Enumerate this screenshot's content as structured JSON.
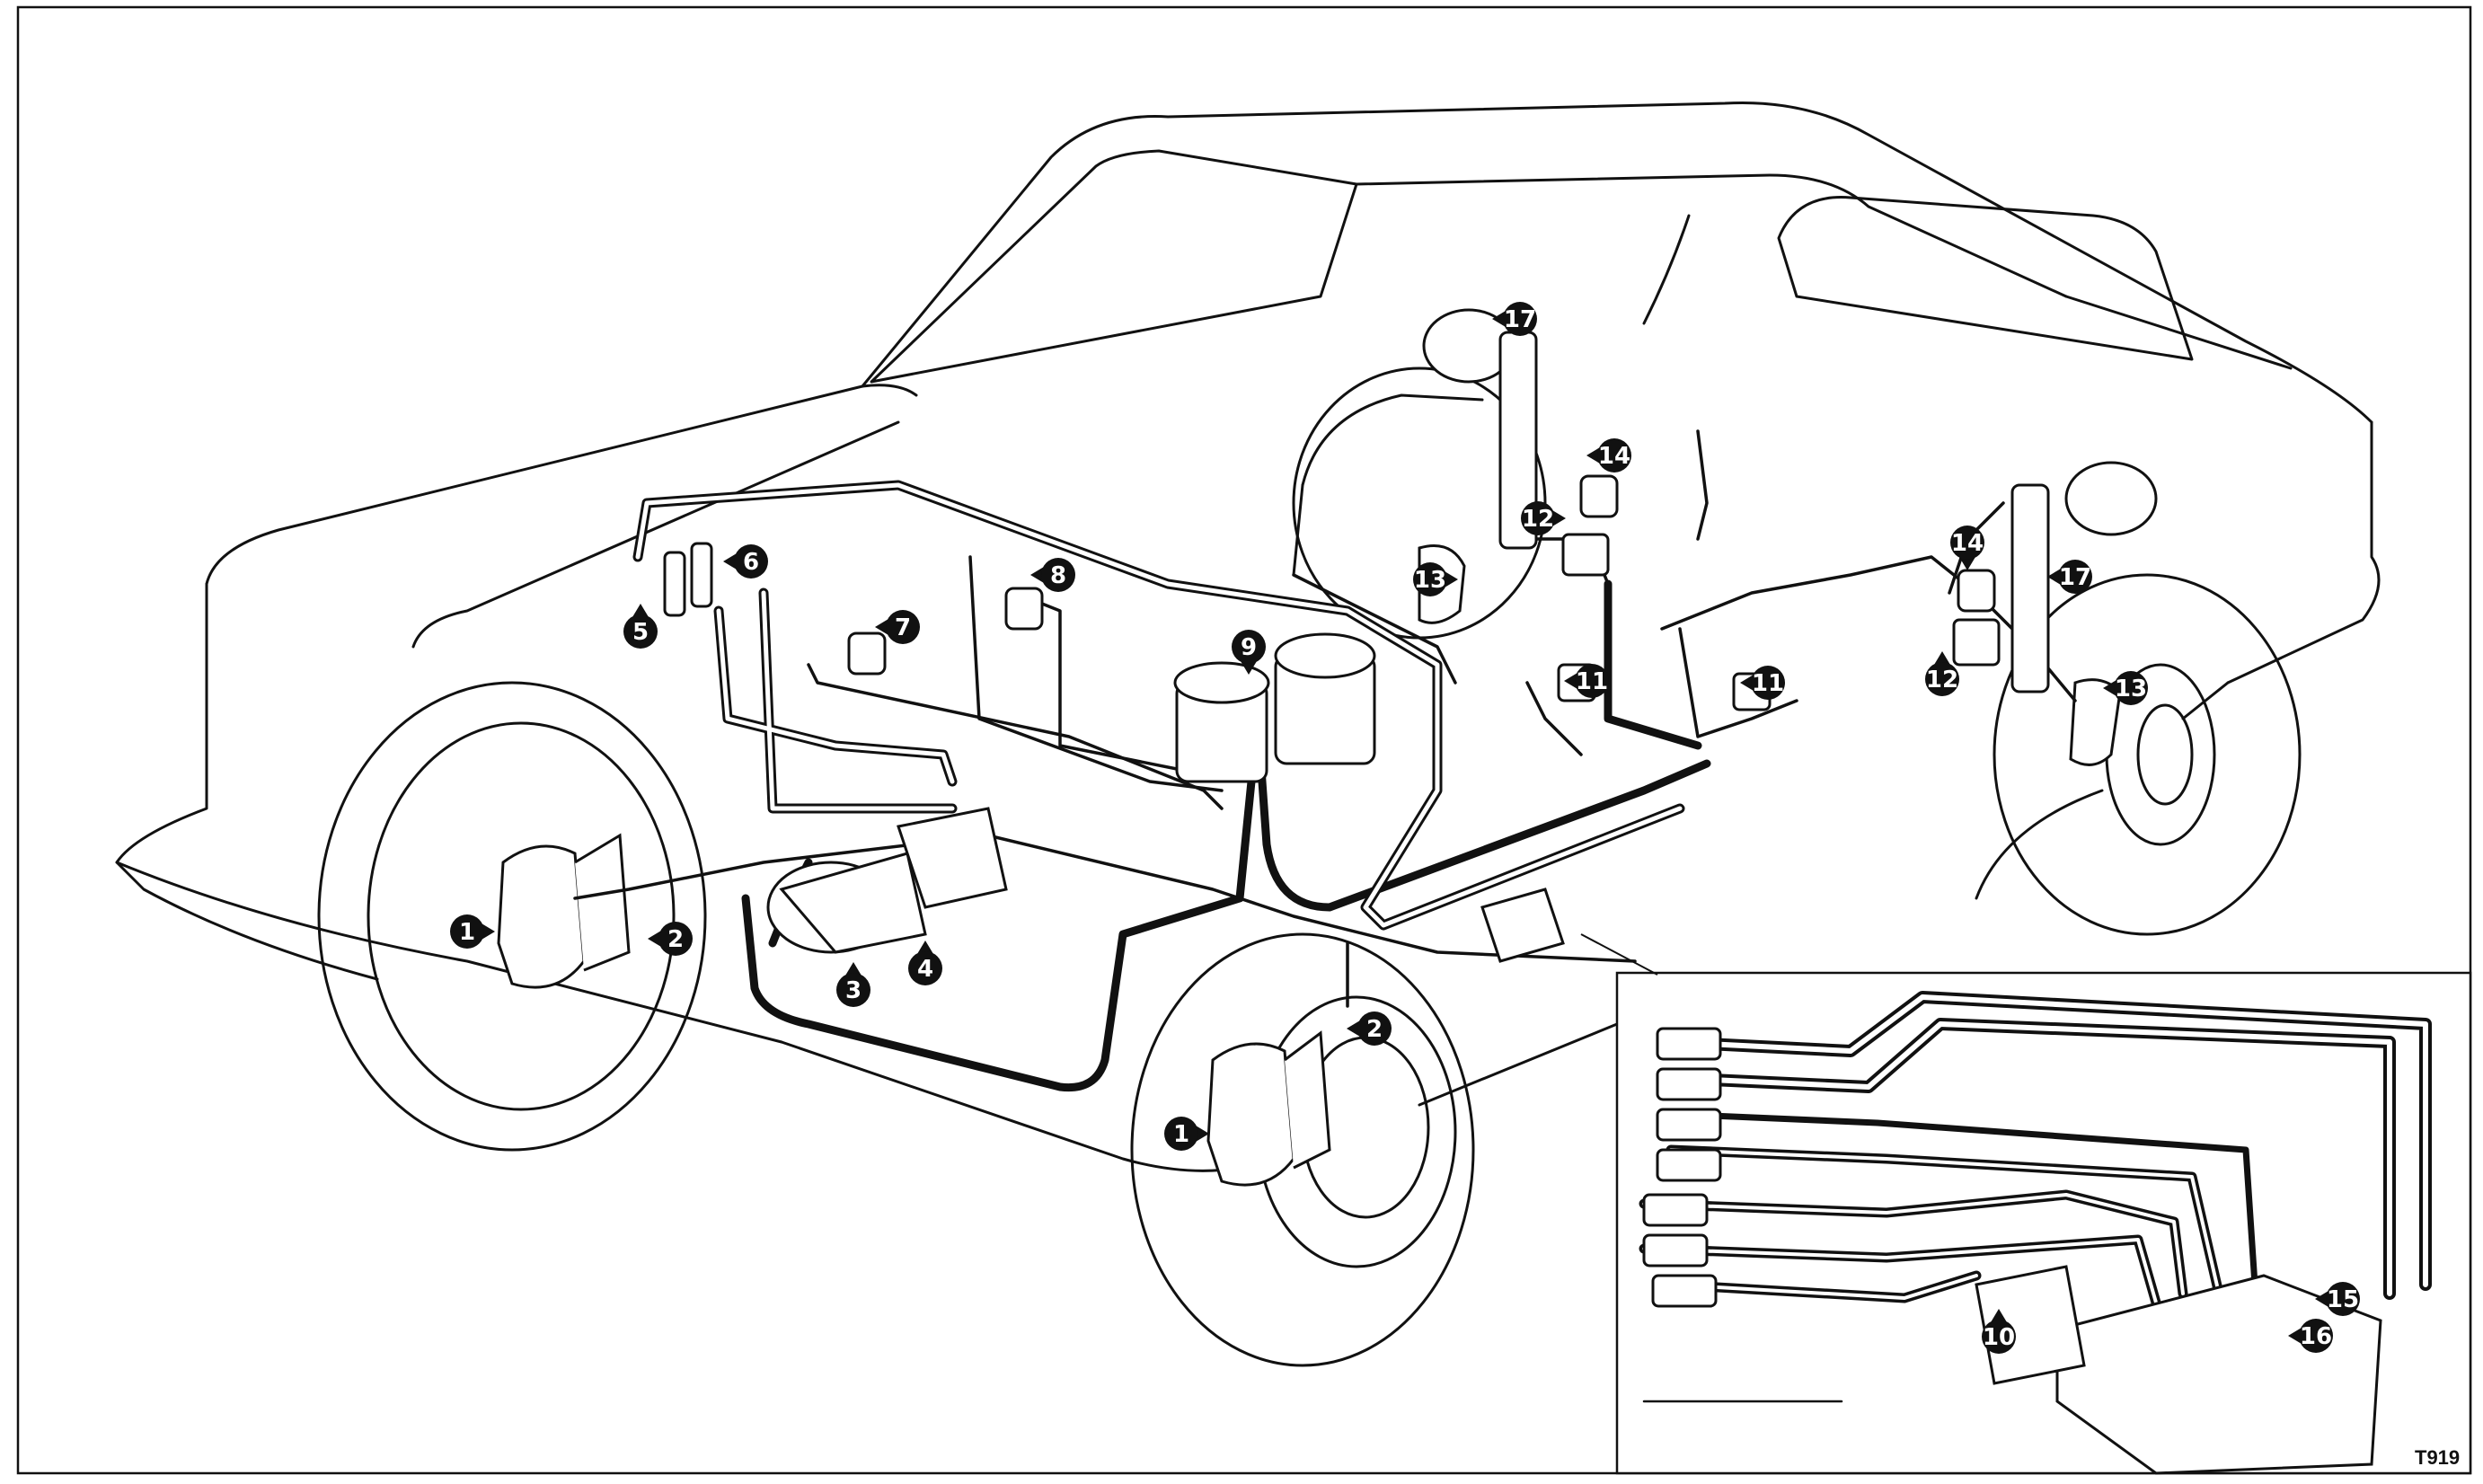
{
  "figure": {
    "code": "T919"
  },
  "callouts": [
    {
      "id": "1a",
      "label": "1"
    },
    {
      "id": "1b",
      "label": "1"
    },
    {
      "id": "2a",
      "label": "2"
    },
    {
      "id": "2b",
      "label": "2"
    },
    {
      "id": "3",
      "label": "3"
    },
    {
      "id": "4",
      "label": "4"
    },
    {
      "id": "5",
      "label": "5"
    },
    {
      "id": "6",
      "label": "6"
    },
    {
      "id": "7",
      "label": "7"
    },
    {
      "id": "8",
      "label": "8"
    },
    {
      "id": "9",
      "label": "9"
    },
    {
      "id": "10",
      "label": "10"
    },
    {
      "id": "11a",
      "label": "11"
    },
    {
      "id": "11b",
      "label": "11"
    },
    {
      "id": "12a",
      "label": "12"
    },
    {
      "id": "12b",
      "label": "12"
    },
    {
      "id": "13a",
      "label": "13"
    },
    {
      "id": "13b",
      "label": "13"
    },
    {
      "id": "14a",
      "label": "14"
    },
    {
      "id": "14b",
      "label": "14"
    },
    {
      "id": "15",
      "label": "15"
    },
    {
      "id": "16",
      "label": "16"
    },
    {
      "id": "17a",
      "label": "17"
    },
    {
      "id": "17b",
      "label": "17"
    }
  ],
  "style": {
    "line_color": "#111111",
    "callout_fill": "#111111",
    "background": "#ffffff"
  }
}
